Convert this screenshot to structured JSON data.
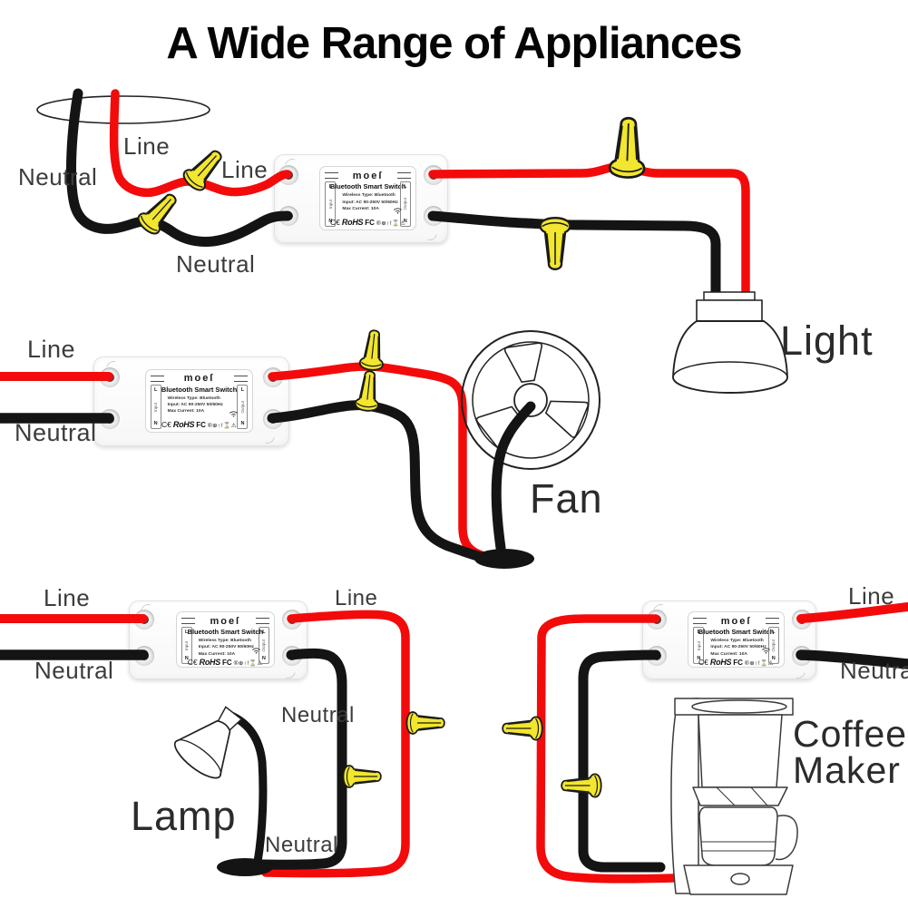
{
  "title": "A Wide Range of Appliances",
  "device": {
    "brand": "moeſ",
    "name": "Bluetooth Smart Switch",
    "specs": [
      "Wireless Type: Bluetooth",
      "Input: AC 90-250V 50/60Hz",
      "Max Current: 10A"
    ],
    "cert_ce": "C€",
    "cert_rohs": "RoHS",
    "cert_fcc": "FC",
    "cert_icons": "®⊕↑!⌛⚠",
    "terminal_l": "L",
    "terminal_n": "N",
    "input_label": "Input",
    "output_label": "Output"
  },
  "labels": [
    {
      "text": "Line"
    },
    {
      "text": "Neutral"
    },
    {
      "text": "Line"
    },
    {
      "text": "Neutral"
    },
    {
      "text": "Line"
    },
    {
      "text": "Neutral"
    },
    {
      "text": "Light"
    },
    {
      "text": "Fan"
    },
    {
      "text": "Line"
    },
    {
      "text": "Neutral"
    },
    {
      "text": "Line"
    },
    {
      "text": "Neutral"
    },
    {
      "text": "Neutral"
    },
    {
      "text": "Lamp"
    },
    {
      "text": "Line"
    },
    {
      "text": "Neutral"
    },
    {
      "text": "Coffee"
    },
    {
      "text": "Maker"
    }
  ],
  "appliances": [
    "Light",
    "Fan",
    "Lamp",
    "Coffee Maker"
  ],
  "colors": {
    "line_wire": "#f30b0b",
    "neutral_wire": "#141414",
    "wire_nut_fill": "#f2e62e",
    "outline": "#222222"
  }
}
